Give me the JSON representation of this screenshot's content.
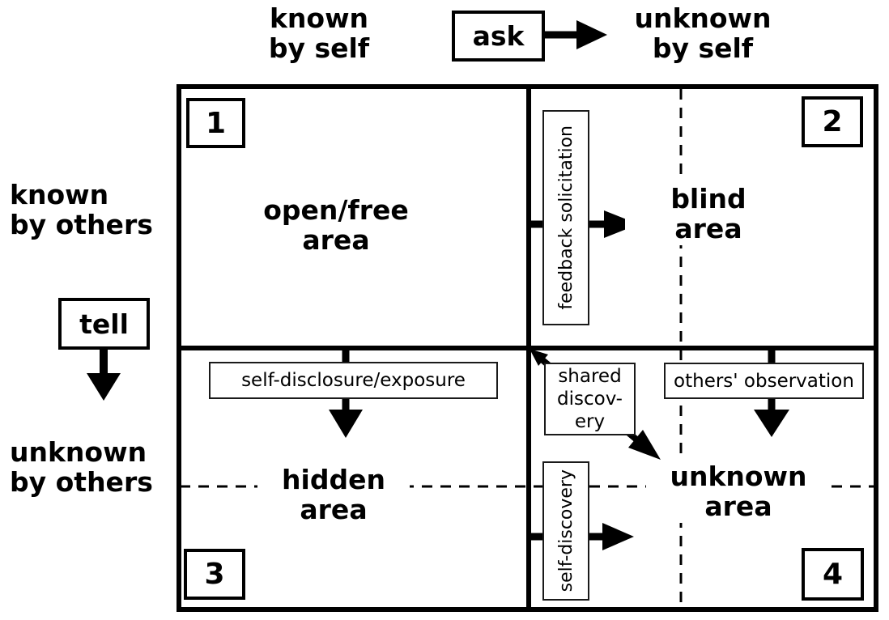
{
  "colors": {
    "ink": "#000000",
    "paper": "#ffffff"
  },
  "top_axis": {
    "known_by_self": {
      "line1": "known",
      "line2": "by self"
    },
    "ask": "ask",
    "unknown_by_self": {
      "line1": "unknown",
      "line2": "by self"
    }
  },
  "left_axis": {
    "known_by_others": {
      "line1": "known",
      "line2": "by others"
    },
    "tell": "tell",
    "unknown_by_others": {
      "line1": "unknown",
      "line2": "by others"
    }
  },
  "quadrants": [
    {
      "number": "1",
      "name_line1": "open/free",
      "name_line2": "area"
    },
    {
      "number": "2",
      "name_line1": "blind",
      "name_line2": "area"
    },
    {
      "number": "3",
      "name_line1": "hidden",
      "name_line2": "area"
    },
    {
      "number": "4",
      "name_line1": "unknown",
      "name_line2": "area"
    }
  ],
  "processes": {
    "feedback_solicitation": "feedback solicitation",
    "self_disclosure": "self-disclosure/exposure",
    "shared_discovery_line1": "shared",
    "shared_discovery_line2": "discov-",
    "shared_discovery_line3": "ery",
    "others_observation": "others' observation",
    "self_discovery": "self-discovery"
  }
}
